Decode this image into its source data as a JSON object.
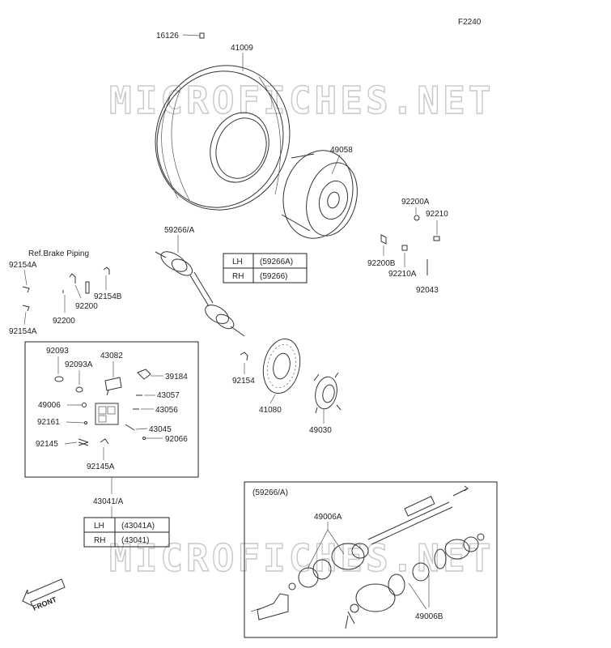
{
  "diagram_code": "F2240",
  "watermark": "MICROFICHES.NET",
  "ref_note": "Ref.Brake Piping",
  "front_label": "FRONT",
  "table_axle": {
    "rows": [
      {
        "side": "LH",
        "code": "(59266A)"
      },
      {
        "side": "RH",
        "code": "(59266)"
      }
    ]
  },
  "table_caliper": {
    "rows": [
      {
        "side": "LH",
        "code": "(43041A)"
      },
      {
        "side": "RH",
        "code": "(43041)"
      }
    ]
  },
  "inset_title": "(59266/A)",
  "labels": {
    "p16126": "16126",
    "p41009": "41009",
    "p49058": "49058",
    "p92200A": "92200A",
    "p92210": "92210",
    "p92200B": "92200B",
    "p92210A": "92210A",
    "p92043": "92043",
    "p59266A": "59266/A",
    "p92154A_1": "92154A",
    "p92154A_2": "92154A",
    "p92200_1": "92200",
    "p92200_2": "92200",
    "p92154B": "92154B",
    "p92093": "92093",
    "p92093A": "92093A",
    "p43082": "43082",
    "p39184": "39184",
    "p49006": "49006",
    "p43057": "43057",
    "p43056": "43056",
    "p92161": "92161",
    "p43045": "43045",
    "p92066": "92066",
    "p92145": "92145",
    "p92145A": "92145A",
    "p43041A": "43041/A",
    "p92154": "92154",
    "p41080": "41080",
    "p49030": "49030",
    "p49006A": "49006A",
    "p49006B": "49006B"
  }
}
